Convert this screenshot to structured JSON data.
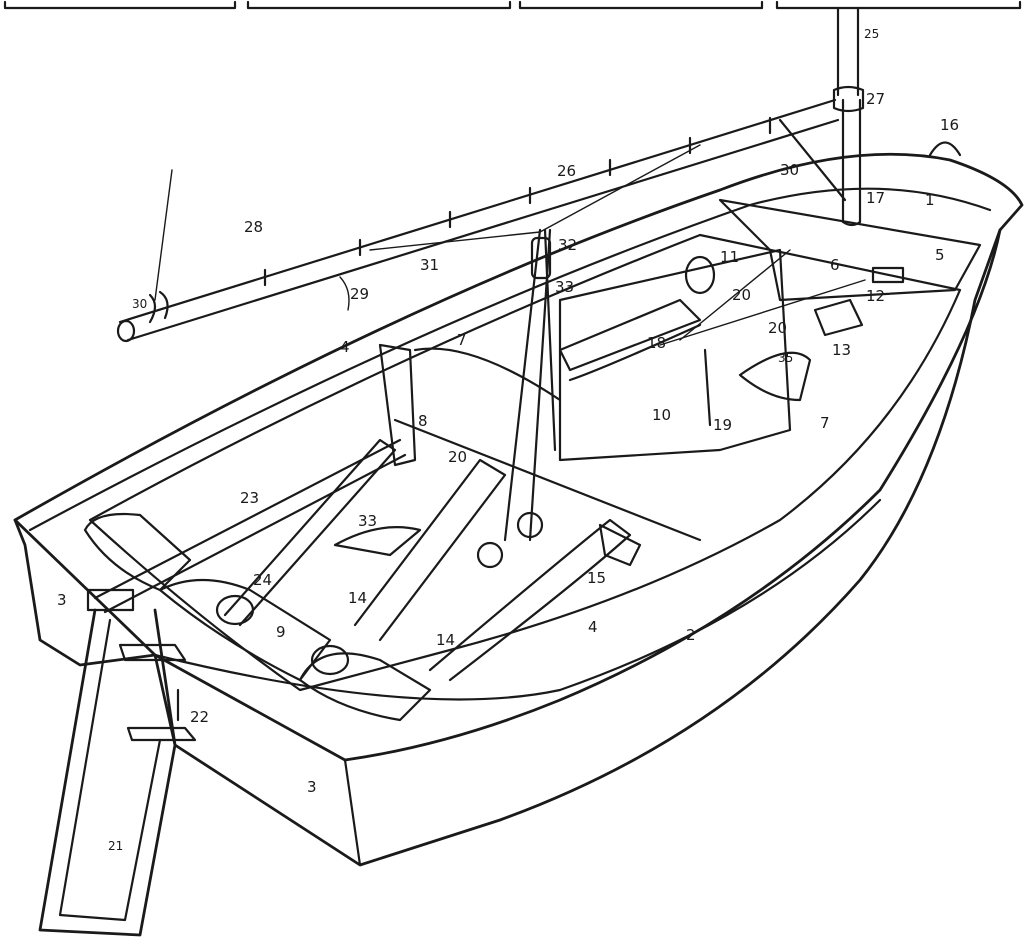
{
  "diagram": {
    "labels": [
      {
        "id": "l1",
        "text": "1"
      },
      {
        "id": "l2",
        "text": "2"
      },
      {
        "id": "l3a",
        "text": "3"
      },
      {
        "id": "l3b",
        "text": "3"
      },
      {
        "id": "l4a",
        "text": "4"
      },
      {
        "id": "l4b",
        "text": "4"
      },
      {
        "id": "l5",
        "text": "5"
      },
      {
        "id": "l6",
        "text": "6"
      },
      {
        "id": "l7a",
        "text": "7"
      },
      {
        "id": "l7b",
        "text": "7"
      },
      {
        "id": "l8",
        "text": "8"
      },
      {
        "id": "l9",
        "text": "9"
      },
      {
        "id": "l10",
        "text": "10"
      },
      {
        "id": "l11",
        "text": "11"
      },
      {
        "id": "l12",
        "text": "12"
      },
      {
        "id": "l13",
        "text": "13"
      },
      {
        "id": "l14a",
        "text": "14"
      },
      {
        "id": "l14b",
        "text": "14"
      },
      {
        "id": "l15",
        "text": "15"
      },
      {
        "id": "l16",
        "text": "16"
      },
      {
        "id": "l17",
        "text": "17"
      },
      {
        "id": "l18",
        "text": "18"
      },
      {
        "id": "l19",
        "text": "19"
      },
      {
        "id": "l20a",
        "text": "20"
      },
      {
        "id": "l20b",
        "text": "20"
      },
      {
        "id": "l20c",
        "text": "20"
      },
      {
        "id": "l21",
        "text": "21"
      },
      {
        "id": "l22",
        "text": "22"
      },
      {
        "id": "l23",
        "text": "23"
      },
      {
        "id": "l24",
        "text": "24"
      },
      {
        "id": "l25",
        "text": "25"
      },
      {
        "id": "l26",
        "text": "26"
      },
      {
        "id": "l27",
        "text": "27"
      },
      {
        "id": "l28",
        "text": "28"
      },
      {
        "id": "l29",
        "text": "29"
      },
      {
        "id": "l30a",
        "text": "30"
      },
      {
        "id": "l30b",
        "text": "30"
      },
      {
        "id": "l31",
        "text": "31"
      },
      {
        "id": "l32",
        "text": "32"
      },
      {
        "id": "l33a",
        "text": "33"
      },
      {
        "id": "l33b",
        "text": "33"
      },
      {
        "id": "l35",
        "text": "35"
      }
    ]
  }
}
